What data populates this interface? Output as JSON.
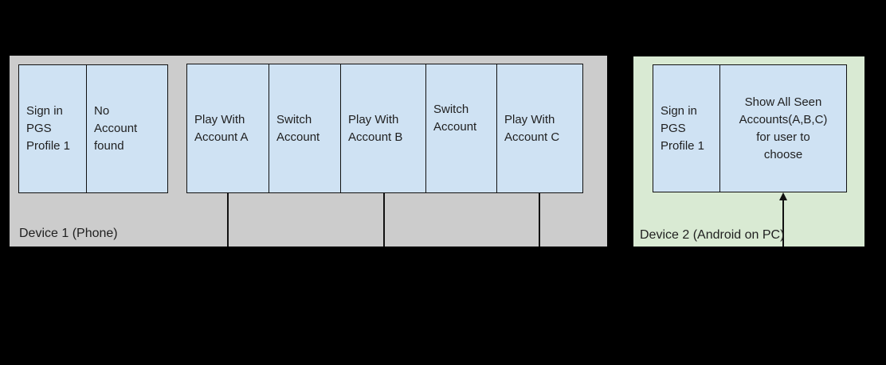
{
  "colors": {
    "canvas_bg": "#000000",
    "device1_bg": "#cccccc",
    "device2_bg": "#d9ead3",
    "box_fill": "#cfe2f3",
    "box_border": "#111111",
    "connector": "#111111",
    "text": "#1f1f1f"
  },
  "device1": {
    "label": "Device 1 (Phone)",
    "boxes": [
      {
        "text": "Sign in\nPGS\nProfile 1"
      },
      {
        "text": "No\nAccount\nfound"
      },
      {
        "text": "Play With\nAccount A"
      },
      {
        "text": "Switch\nAccount"
      },
      {
        "text": "Play With\nAccount B"
      },
      {
        "text": "Switch\nAccount"
      },
      {
        "text": "Play With\nAccount C"
      }
    ]
  },
  "device2": {
    "label": "Device 2 (Android on PC)",
    "boxes": [
      {
        "text": "Sign in\nPGS\nProfile 1"
      },
      {
        "text": "Show All Seen\nAccounts(A,B,C)\nfor user to\nchoose"
      }
    ]
  }
}
